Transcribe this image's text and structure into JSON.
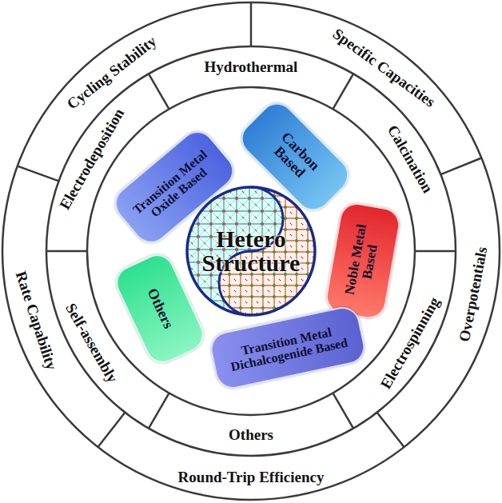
{
  "diagram": {
    "nodes": [
      {
        "text": [
          "Cycling Stability"
        ]
      },
      {
        "text": [
          "Specific Capacities"
        ]
      },
      {
        "text": [
          "Overpotentials"
        ]
      },
      {
        "text": [
          "Round-Trip Efficiency"
        ]
      },
      {
        "text": [
          "Rate Capability"
        ]
      },
      {
        "text": [
          "Hydrothermal"
        ]
      },
      {
        "text": [
          "Calcination"
        ]
      },
      {
        "text": [
          "Electrospinning"
        ]
      },
      {
        "text": [
          "Others"
        ]
      },
      {
        "text": [
          "Self-assembly"
        ]
      },
      {
        "text": [
          "Electrodeposition"
        ]
      },
      {
        "text": [
          "Carbon Based"
        ]
      },
      {
        "text": [
          "Noble Metal Based"
        ]
      },
      {
        "text": [
          "Transition Metal Dichalcogenide Based"
        ]
      },
      {
        "text": [
          "Others"
        ]
      },
      {
        "text": [
          "Transition Metal Oxide Based"
        ]
      },
      {
        "text": [
          "Hetero Structure"
        ]
      }
    ]
  }
}
